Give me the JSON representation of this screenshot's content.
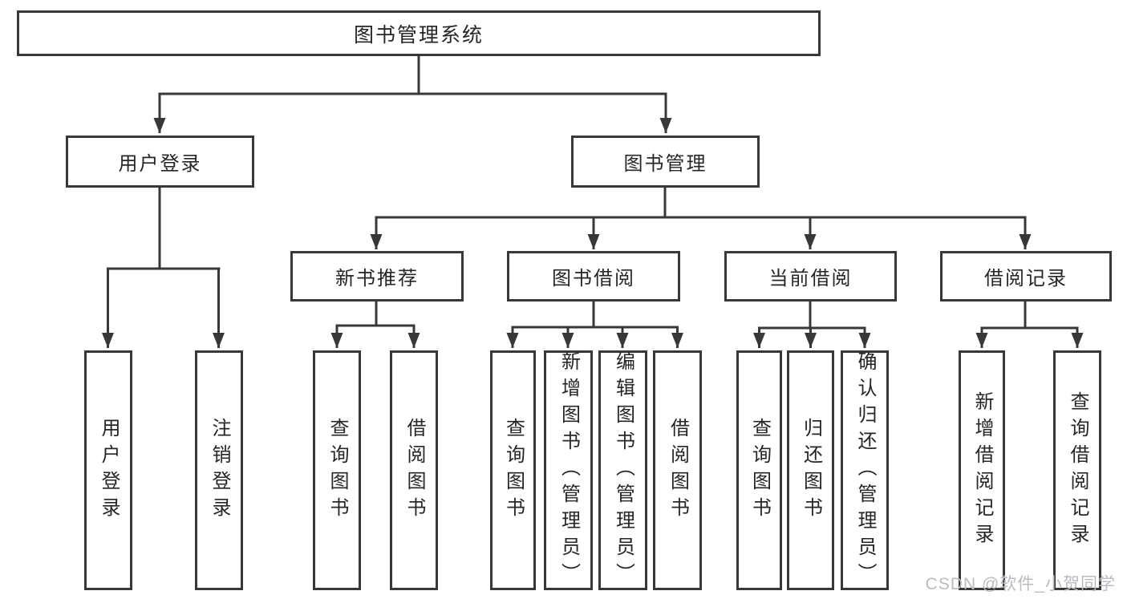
{
  "diagram": {
    "tree": {
      "root": {
        "label": "图书管理系统"
      },
      "level2": [
        {
          "label": "用户登录",
          "children": [
            {
              "label": "用户登录"
            },
            {
              "label": "注销登录"
            }
          ]
        },
        {
          "label": "图书管理",
          "children": [
            {
              "label": "新书推荐",
              "children": [
                {
                  "label": "查询图书"
                },
                {
                  "label": "借阅图书"
                }
              ]
            },
            {
              "label": "图书借阅",
              "children": [
                {
                  "label": "查询图书"
                },
                {
                  "label": "新增图书（管理员）"
                },
                {
                  "label": "编辑图书（管理员）"
                },
                {
                  "label": "借阅图书"
                }
              ]
            },
            {
              "label": "当前借阅",
              "children": [
                {
                  "label": "查询图书"
                },
                {
                  "label": "归还图书"
                },
                {
                  "label": "确认归还（管理员）"
                }
              ]
            },
            {
              "label": "借阅记录",
              "children": [
                {
                  "label": "新增借阅记录"
                },
                {
                  "label": "查询借阅记录"
                }
              ]
            }
          ]
        }
      ]
    },
    "colors": {
      "line": "#383838",
      "box_border": "#383838",
      "text": "#262626",
      "background": "#ffffff",
      "watermark": "#bcbac0"
    }
  },
  "watermark": {
    "text": "CSDN @软件_小贺同学"
  }
}
